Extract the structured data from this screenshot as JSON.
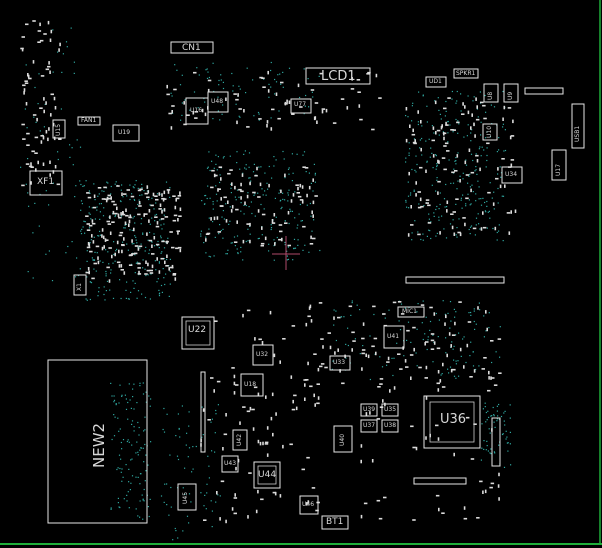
{
  "viewer": {
    "background": "#000000",
    "outline_color": "#e6e6e6",
    "via_color": "#2fa7a0",
    "pad_color": "#dcdcdc",
    "cursor_color": "#b04a6a",
    "edge_color": "#1fae3a"
  },
  "components": {
    "cn1": "CN1",
    "lcd1": "LCD1",
    "xf1": "XF1",
    "u22": "U22",
    "new2": "NEW2",
    "u36": "U36",
    "u44": "U44",
    "u45": "U45",
    "bt1": "BT1",
    "mic1": "MIC1",
    "u40": "U40",
    "u19": "U19",
    "fan1": "FAN1",
    "u77": "U77",
    "ud1": "UD1",
    "spkr1": "SPKR1",
    "x1": "X1",
    "u35": "U35",
    "u37": "U37",
    "u38": "U38",
    "u39": "U39",
    "u42": "U42",
    "u46": "U46",
    "u43": "U43",
    "u41": "U41",
    "u48": "U48",
    "u33": "U33",
    "u32": "U32",
    "u34": "U34",
    "usb1": "USB1",
    "u8": "U8",
    "u9": "U9",
    "u10": "U10",
    "u15": "U15",
    "u16": "U16",
    "u17": "U17",
    "u18": "U18"
  }
}
